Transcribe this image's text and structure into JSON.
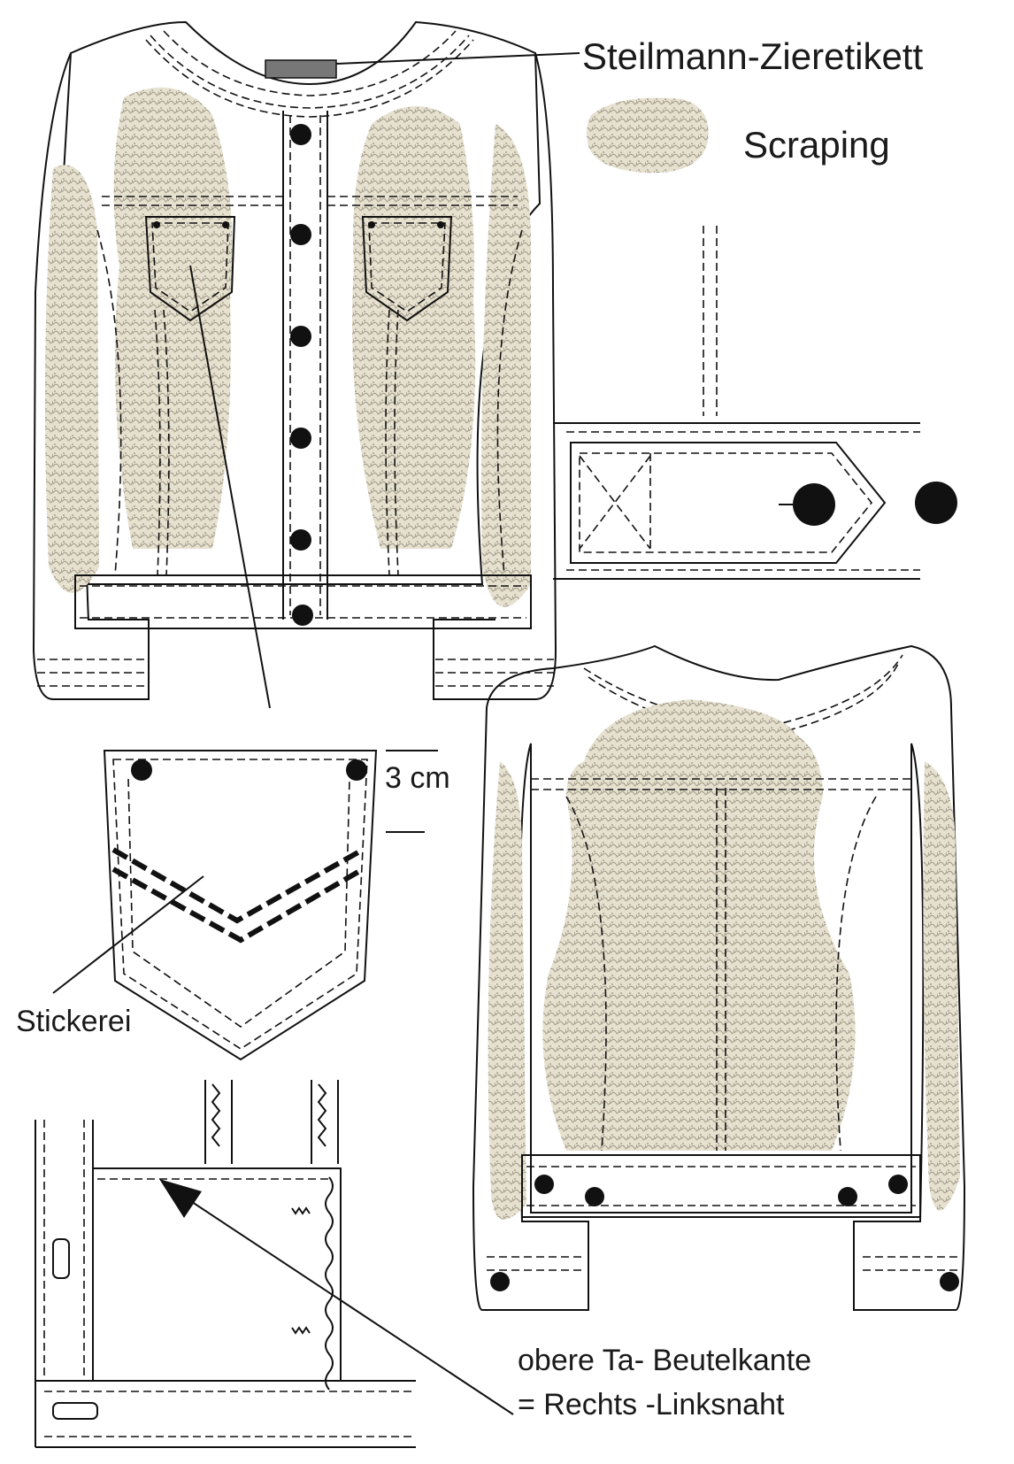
{
  "labels": {
    "ziertikett": "Steilmann-Zieretikett",
    "scraping": "Scraping",
    "measure": "3 cm",
    "stickerei": "Stickerei",
    "bag_edge_line1": "obere Ta- Beutelkante",
    "bag_edge_line2": "= Rechts -Linksnaht"
  },
  "colors": {
    "line": "#111111",
    "scraping": "#d9d2bf",
    "label_tag": "#777777"
  }
}
